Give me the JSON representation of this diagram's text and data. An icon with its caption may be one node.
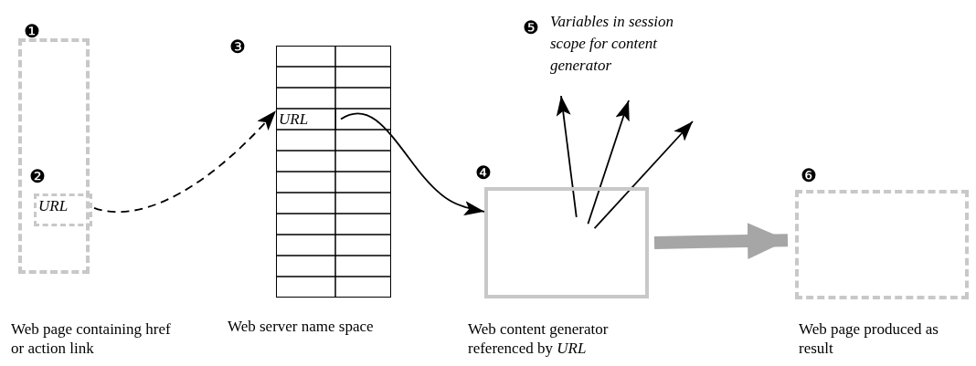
{
  "diagram": {
    "nodes": [
      {
        "text": [
          "Web page containing href or action link"
        ],
        "beside": [
          "❶"
        ]
      },
      {
        "text": [
          "URL"
        ],
        "in": 0,
        "beside": [
          "❷"
        ]
      },
      {
        "text": [
          "Web server name space"
        ],
        "beside": [
          "❸"
        ]
      },
      {
        "text": [
          "URL"
        ],
        "in": 2
      },
      {
        "text": [
          "Web content generator referenced by *URL*"
        ],
        "beside": [
          "❹"
        ]
      },
      {
        "text": [
          "Web page produced as result"
        ],
        "beside": [
          "❻"
        ]
      }
    ],
    "edges": [
      {
        "from": 1,
        "to": 3,
        "arrow": "to",
        "style": "dashed"
      },
      {
        "from": 3,
        "to": 4,
        "arrow": "to"
      },
      {
        "from": 4,
        "to": null,
        "arrow": "to"
      },
      {
        "from": 4,
        "to": null,
        "arrow": "to"
      },
      {
        "from": 4,
        "to": null,
        "arrow": "to"
      },
      {
        "from": 4,
        "to": 5,
        "arrow": "to",
        "style": "thick",
        "color": "#a6a6a6"
      }
    ],
    "labels": [
      "❺",
      "Variables in session scope for content generator"
    ]
  }
}
